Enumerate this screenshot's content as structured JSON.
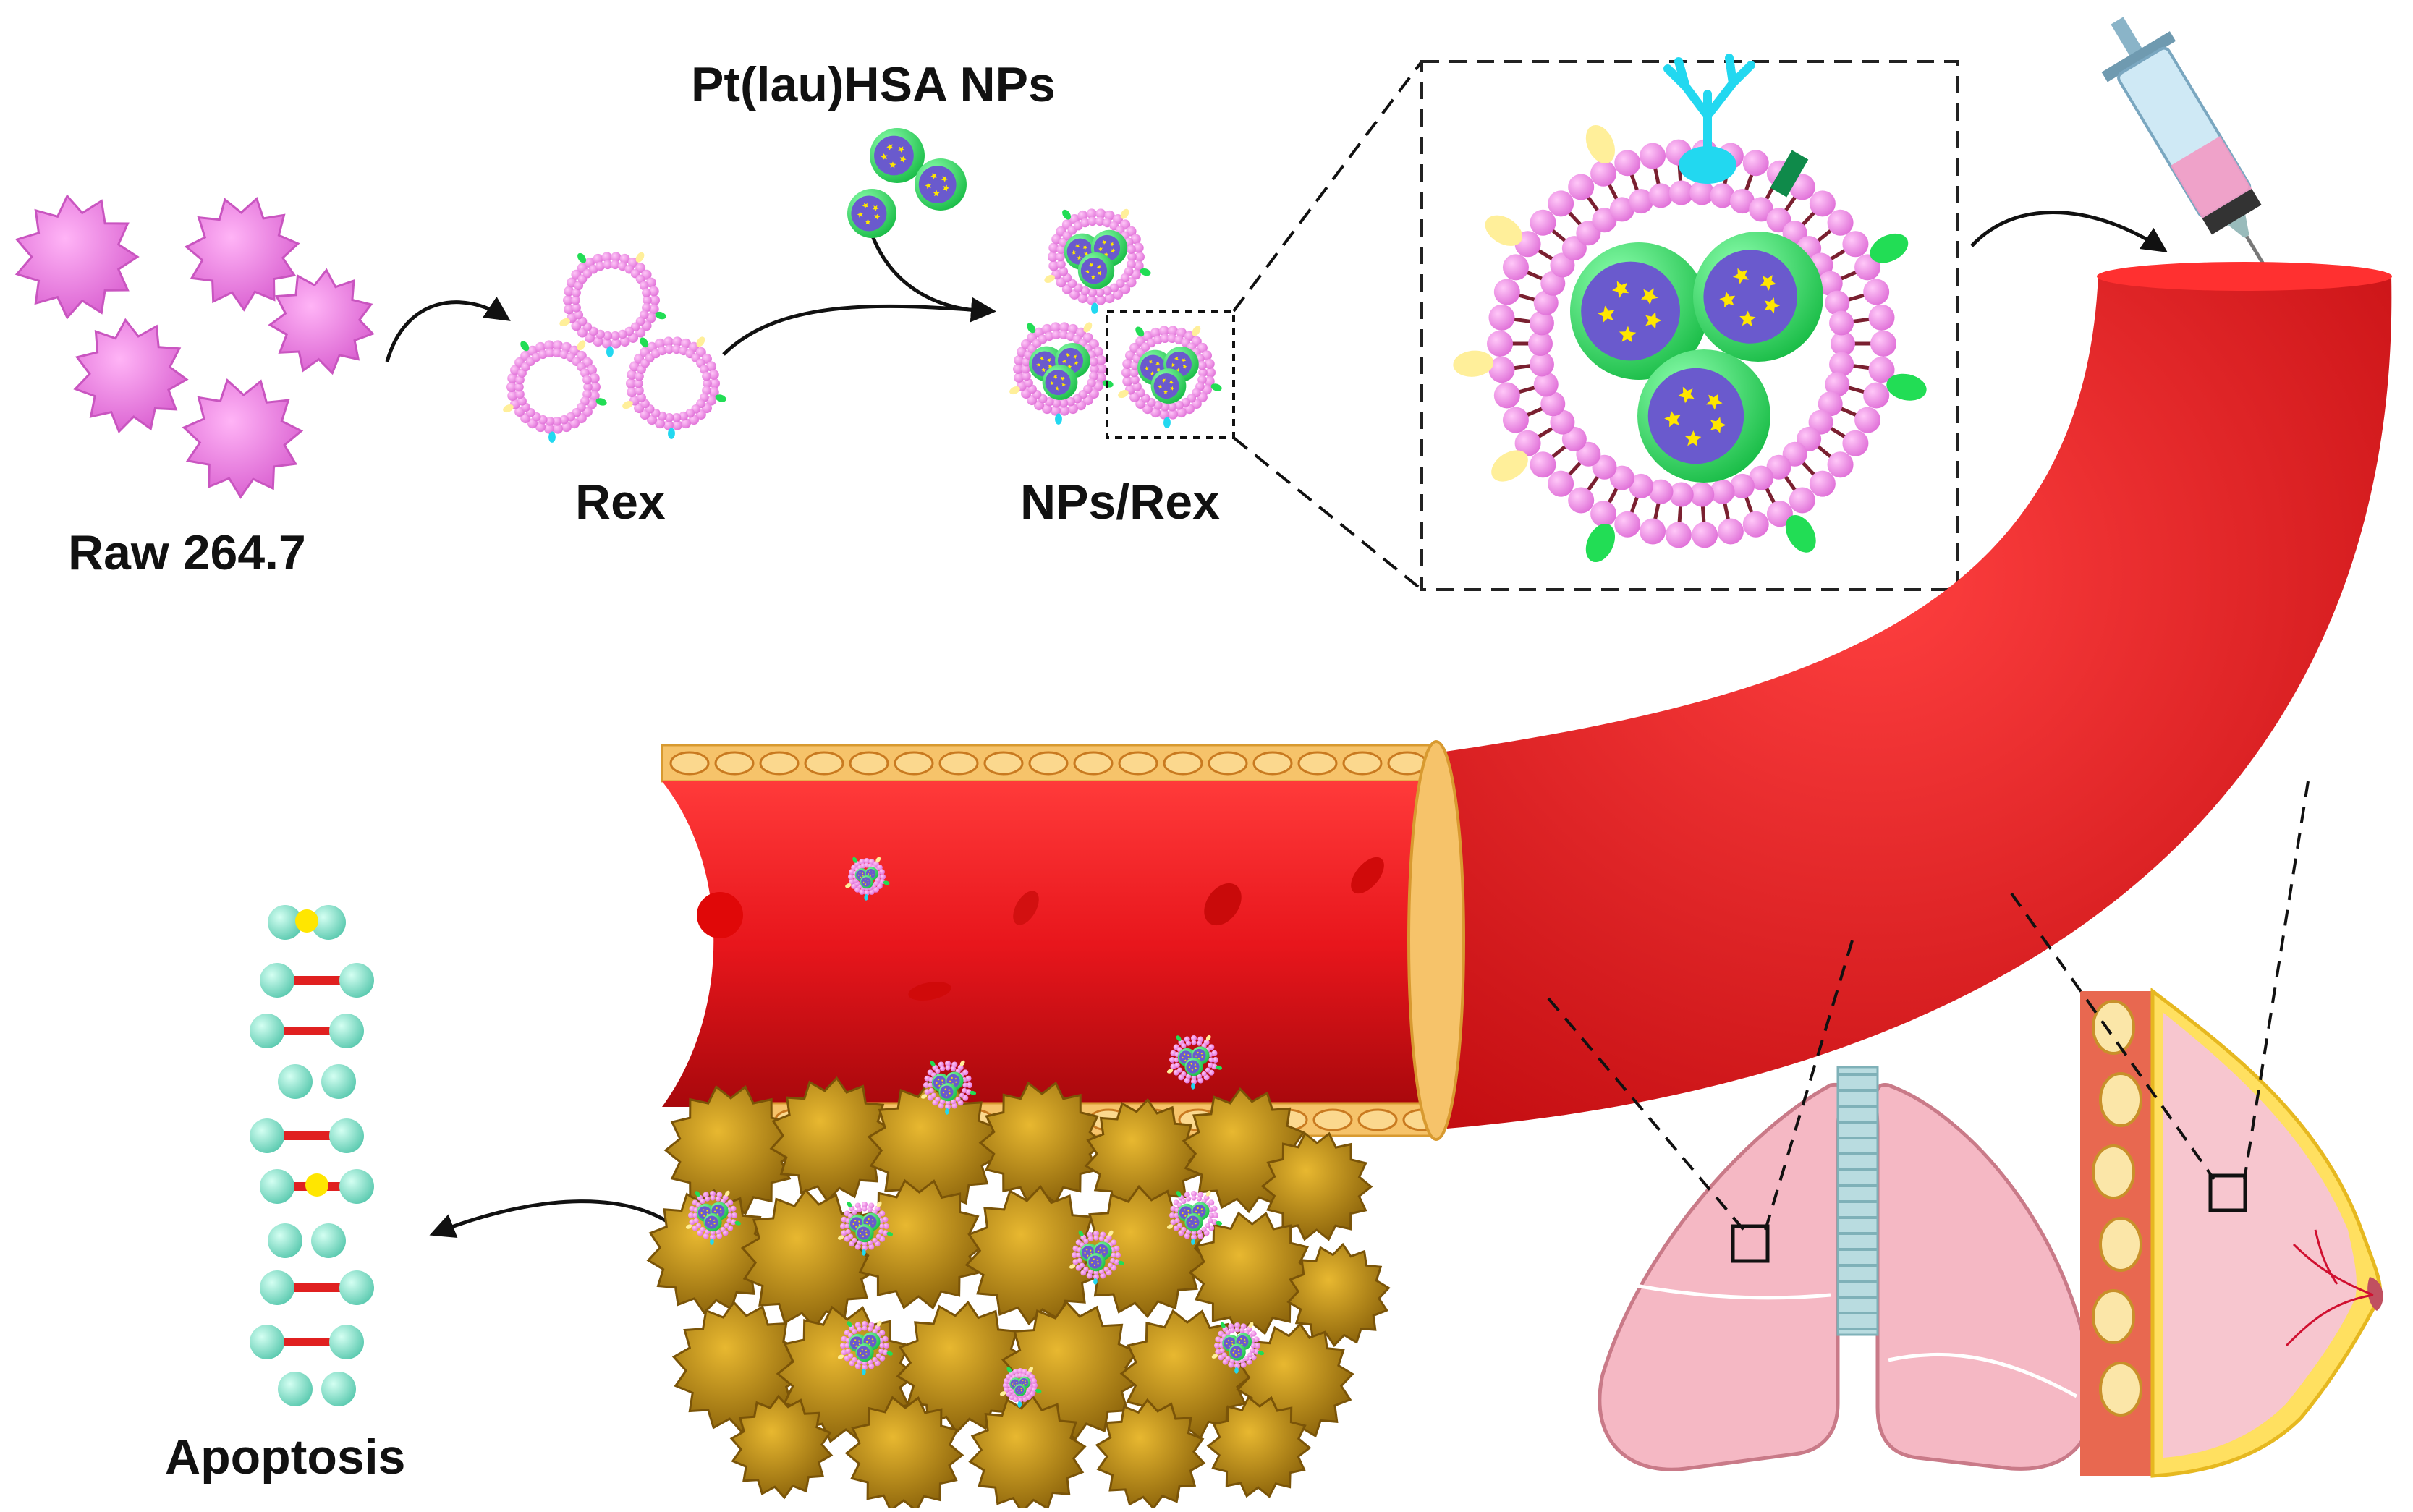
{
  "labels": {
    "raw_cells": "Raw 264.7",
    "rex": "Rex",
    "nanoparticles": "Pt(lau)HSA NPs",
    "np_rex": "NPs/Rex",
    "apoptosis": "Apoptosis"
  },
  "colors": {
    "macrophage": "#f07ee8",
    "vessel_red": "#e8161c",
    "vessel_dark": "#b80c10",
    "vessel_wall": "#f6c36a",
    "tumor": "#b7860e",
    "membrane_bead": "#f28ae6",
    "membrane_stalk": "#7a2030",
    "np_shell": "#22dd55",
    "np_core": "#6a5acd",
    "drug_speck": "#ffe600",
    "receptor_cyan": "#22d8f0",
    "lung": "#f5b8c4",
    "breast_tissue": "#f7c6cf",
    "dna_bead": "#8fe8d0",
    "dna_link": "#e02020"
  },
  "icons": [
    "syringe-icon",
    "lungs-icon",
    "breast-tissue-icon",
    "dna-icon",
    "macrophage-icon",
    "exosome-icon",
    "nanoparticle-icon",
    "red-blood-cell-icon"
  ]
}
